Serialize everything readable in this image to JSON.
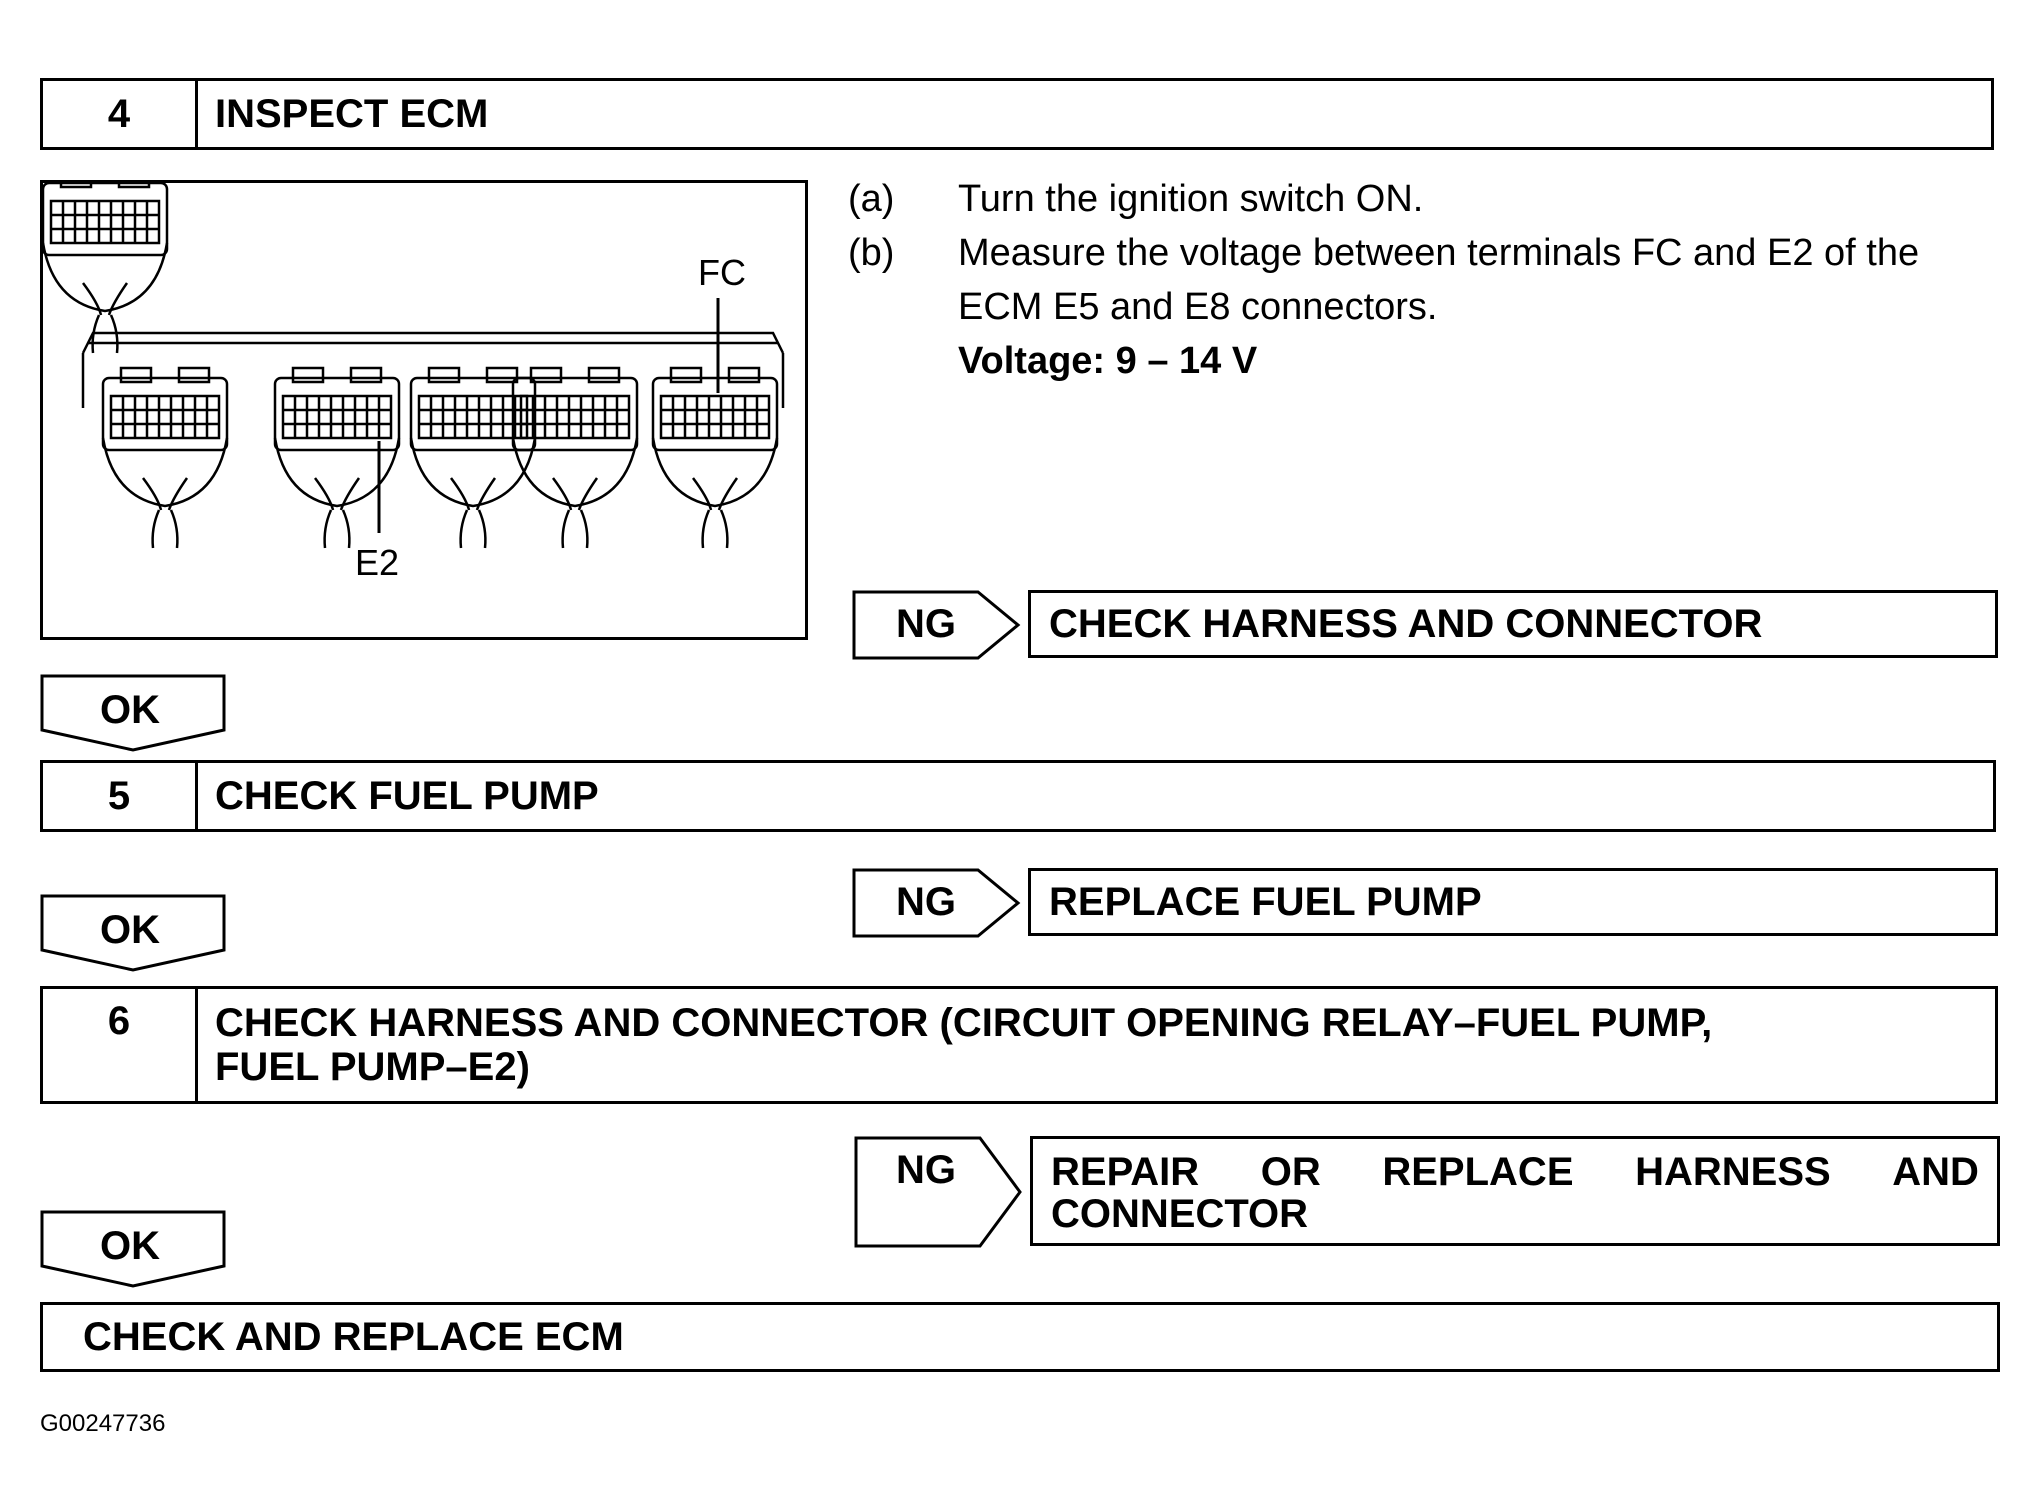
{
  "step4": {
    "number": "4",
    "title": "INSPECT ECM",
    "diagram": {
      "label_fc": "FC",
      "label_e2": "E2"
    },
    "instructions": [
      {
        "tag": "(a)",
        "lines": [
          "Turn the ignition switch ON."
        ]
      },
      {
        "tag": "(b)",
        "lines": [
          "Measure the voltage between terminals FC and E2 of the",
          "ECM E5 and E8 connectors."
        ]
      }
    ],
    "spec": "Voltage: 9 – 14 V",
    "ng_label": "NG",
    "ng_action": "CHECK HARNESS AND CONNECTOR",
    "ok_label": "OK"
  },
  "step5": {
    "number": "5",
    "title": "CHECK FUEL PUMP",
    "ng_label": "NG",
    "ng_action": "REPLACE FUEL PUMP",
    "ok_label": "OK"
  },
  "step6": {
    "number": "6",
    "title_line1": "CHECK HARNESS AND CONNECTOR (CIRCUIT OPENING RELAY–FUEL PUMP,",
    "title_line2": "FUEL PUMP–E2)",
    "ng_label": "NG",
    "ng_action_words": [
      "REPAIR",
      "OR",
      "REPLACE",
      "HARNESS",
      "AND"
    ],
    "ng_action_line2": "CONNECTOR",
    "ok_label": "OK"
  },
  "final": {
    "title": "CHECK AND REPLACE ECM"
  },
  "figure_id": "G00247736"
}
